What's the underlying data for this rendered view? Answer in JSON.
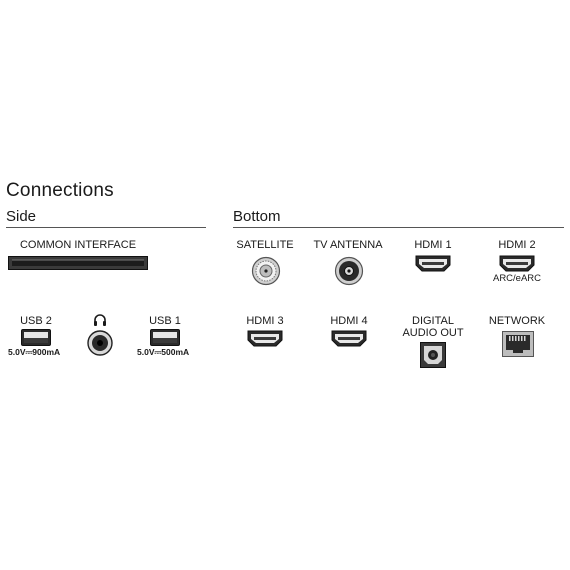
{
  "title": "Connections",
  "sections": {
    "side": "Side",
    "bottom": "Bottom"
  },
  "side": {
    "common_interface": "COMMON INTERFACE",
    "usb2": {
      "label": "USB 2",
      "rating": "5.0V⎓900mA"
    },
    "usb1": {
      "label": "USB 1",
      "rating": "5.0V⎓500mA"
    },
    "headphone_icon": "headphone-icon"
  },
  "bottom": {
    "satellite": "SATELLITE",
    "tv_antenna": "TV ANTENNA",
    "hdmi1": "HDMI 1",
    "hdmi2": {
      "label": "HDMI 2",
      "sub": "ARC/eARC"
    },
    "hdmi3": "HDMI 3",
    "hdmi4": "HDMI 4",
    "digital_audio_out": "DIGITAL AUDIO OUT",
    "network": "NETWORK"
  },
  "colors": {
    "port_dark": "#2a2a2a",
    "port_light": "#d9d9d9",
    "rule": "#555555"
  }
}
